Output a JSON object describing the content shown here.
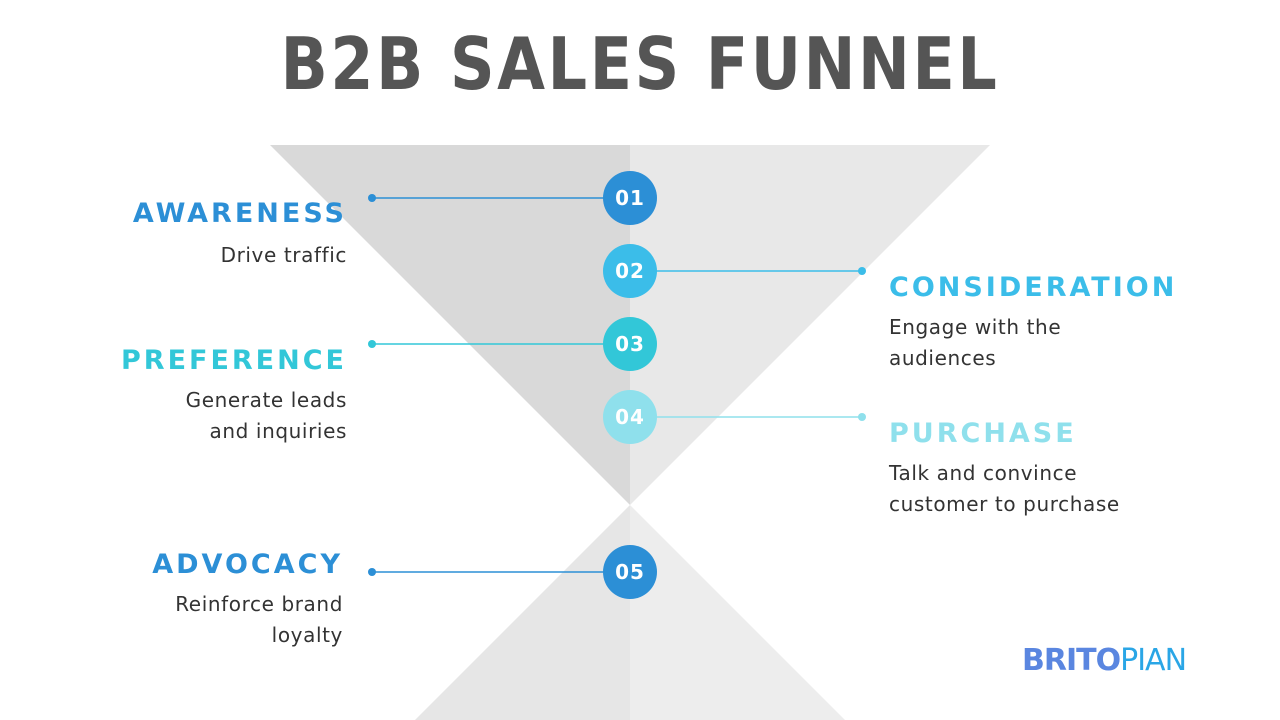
{
  "title": "B2B SALES FUNNEL",
  "stages": [
    {
      "number": "01",
      "title": "AWARENESS",
      "description": "Drive traffic",
      "side": "left",
      "color": "#2c8fd6"
    },
    {
      "number": "02",
      "title": "CONSIDERATION",
      "description": "Engage with the audiences",
      "side": "right",
      "color": "#3bbde9"
    },
    {
      "number": "03",
      "title": "PREFERENCE",
      "description": "Generate leads and inquiries",
      "side": "left",
      "color": "#32c7d8"
    },
    {
      "number": "04",
      "title": "PURCHASE",
      "description": "Talk and convince customer to purchase",
      "side": "right",
      "color": "#8fe0ec"
    },
    {
      "number": "05",
      "title": "ADVOCACY",
      "description": "Reinforce brand loyalty",
      "side": "left",
      "color": "#2c8fd6"
    }
  ],
  "logo": {
    "text_bold": "BRITO",
    "text_light": "PIAN",
    "gradient_start": "#7a6fe0",
    "gradient_end": "#2ab8e8"
  },
  "colors": {
    "title": "#555555",
    "funnel_left": "#d9d9d9",
    "funnel_right": "#e8e8e8"
  }
}
